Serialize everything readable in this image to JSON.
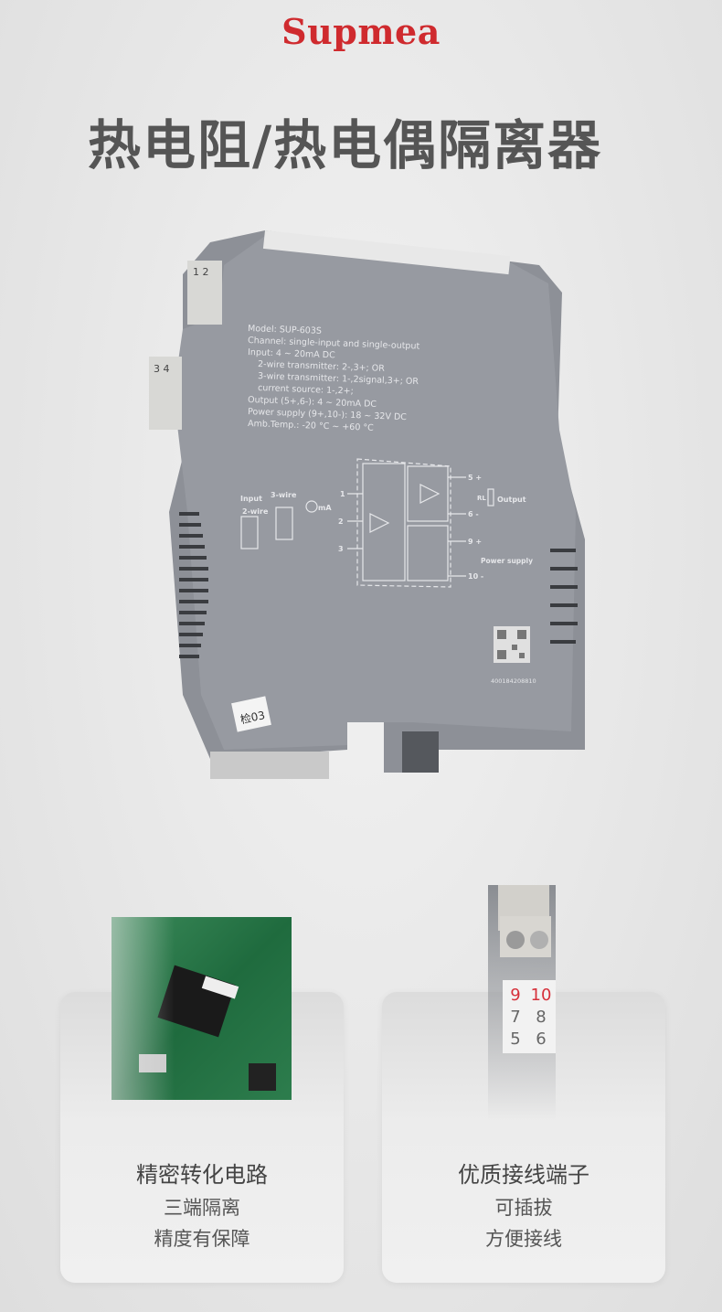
{
  "brand": {
    "logo": "Supmea",
    "accent": "#cf2a2e"
  },
  "title": "热电阻/热电偶隔离器",
  "device": {
    "label_lines": [
      "Model: SUP-603S",
      "Channel: single-input and single-output",
      "Input: 4 ~ 20mA DC",
      "2-wire transmitter: 2-,3+; OR",
      "3-wire transmitter: 1-,2signal,3+; OR",
      "current source: 1-,2+;",
      "Output (5+,6-): 4 ~ 20mA DC",
      "Power supply (9+,10-): 18 ~ 32V DC",
      "Amb.Temp.: -20 °C ~ +60 °C"
    ],
    "top_terminal": "1 2",
    "side_terminal": "3 4",
    "diagram": {
      "input": "Input",
      "two_wire": "2-wire",
      "three_wire": "3-wire",
      "ma": "mA",
      "t1": "1",
      "t2": "2",
      "t3": "3",
      "t5": "5 +",
      "t6": "6 -",
      "t9": "9 +",
      "t10": "10 -",
      "rl": "RL",
      "output": "Output",
      "power": "Power supply"
    },
    "serial": "400184208810",
    "sticker": "检03"
  },
  "terminal": {
    "row1": [
      "9",
      "10"
    ],
    "row2": [
      "7",
      "8"
    ],
    "row3": [
      "5",
      "6"
    ]
  },
  "cards": [
    {
      "heading": "精密转化电路",
      "lines": [
        "三端隔离",
        "精度有保障"
      ]
    },
    {
      "heading": "优质接线端子",
      "lines": [
        "可插拔",
        "方便接线"
      ]
    }
  ]
}
